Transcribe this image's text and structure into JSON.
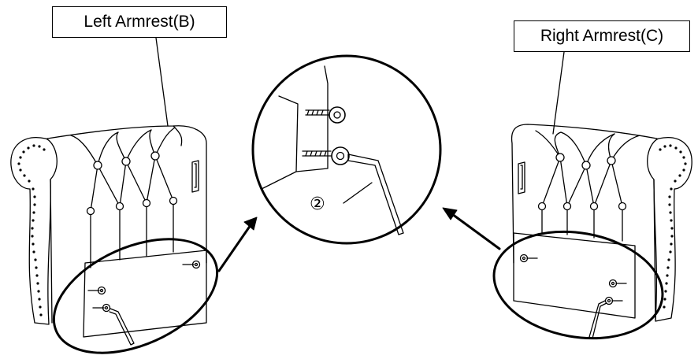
{
  "labels": {
    "left_armrest": "Left Armrest(B)",
    "right_armrest": "Right Armrest(C)",
    "tool_callout": "②"
  },
  "colors": {
    "line": "#000000",
    "background": "#ffffff"
  },
  "icons": {
    "arrow_left": "arrow-icon",
    "arrow_right": "arrow-icon",
    "allen_key": "allen-key-icon",
    "bolt": "bolt-icon"
  }
}
